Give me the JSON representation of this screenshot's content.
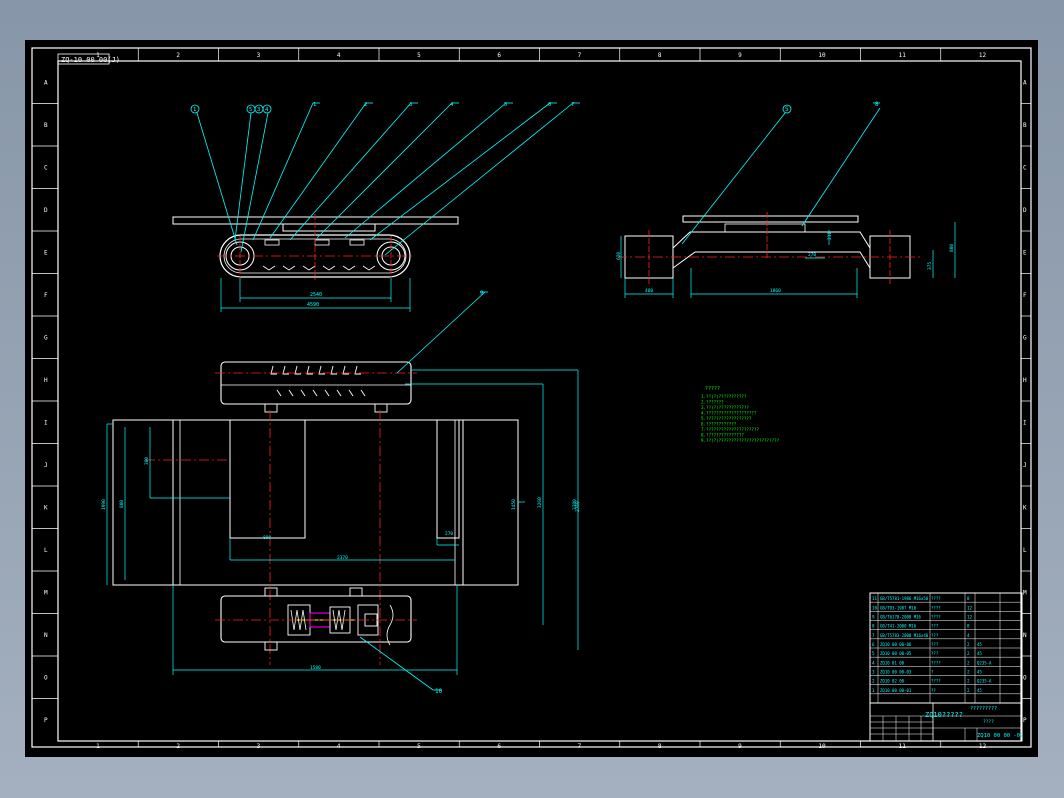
{
  "drawing": {
    "stamp": "ZQ-10 00 00(J)",
    "column_labels": [
      "1",
      "2",
      "3",
      "4",
      "5",
      "6",
      "7",
      "8",
      "9",
      "10",
      "11",
      "12"
    ],
    "row_labels": [
      "A",
      "B",
      "C",
      "D",
      "E",
      "F",
      "G",
      "H",
      "I",
      "J",
      "K",
      "L",
      "M",
      "N",
      "O",
      "P"
    ],
    "front_view": {
      "balloons": [
        "1",
        "5",
        "3",
        "4",
        "1",
        "2",
        "3",
        "4",
        "5",
        "6",
        "7"
      ],
      "dims": [
        "2540",
        "4590"
      ]
    },
    "side_view": {
      "balloons": [
        "5",
        "8"
      ],
      "dims": [
        "620",
        "800",
        "480",
        "1860",
        "270",
        "211",
        "375"
      ]
    },
    "plan_view": {
      "balloon": "9",
      "dims": [
        "1990",
        "800",
        "380",
        "2760",
        "880",
        "2370",
        "1450",
        "3260",
        "3380",
        "270"
      ]
    },
    "section_view": {
      "balloon": "10",
      "dims": [
        "1580"
      ]
    },
    "tech_notes": {
      "title": "?????",
      "lines": [
        "1.??(?)???????????",
        "2.???????",
        "3.??(?)????????????",
        "4.????????????????????",
        "5.??????????????????",
        "6.????????????",
        "7.?????????????????????",
        "8.???????????????",
        "9.??(?)????????????????????????"
      ]
    },
    "parts_list": [
      {
        "no": "11",
        "code": "GB/T5781-1986 M16x50",
        "name": "????",
        "qty": "8"
      },
      {
        "no": "10",
        "code": "GB/T93-1987 M16",
        "name": "????",
        "qty": "12"
      },
      {
        "no": "9",
        "code": "GB/T6170-2000 M16",
        "name": "????",
        "qty": "12"
      },
      {
        "no": "8",
        "code": "GB/T41-2000 M16",
        "name": "???",
        "qty": "8"
      },
      {
        "no": "7",
        "code": "GB/T5783-2000 M16x40",
        "name": "???",
        "qty": "4"
      },
      {
        "no": "6",
        "code": "ZQ10 00 00-06",
        "name": "???",
        "qty": "2",
        "mat": "45"
      },
      {
        "no": "5",
        "code": "ZQ10 00 00-05",
        "name": "???",
        "qty": "2",
        "mat": "45"
      },
      {
        "no": "4",
        "code": "ZQ10 01 00",
        "name": "????",
        "qty": "2",
        "mat": "Q235-A"
      },
      {
        "no": "3",
        "code": "ZQ10 00 00-03",
        "name": "?",
        "qty": "2",
        "mat": "45"
      },
      {
        "no": "2",
        "code": "ZQ10 02 00",
        "name": "????",
        "qty": "2",
        "mat": "Q235-A"
      },
      {
        "no": "1",
        "code": "ZQ10 00 00-01",
        "name": "??",
        "qty": "2",
        "mat": "45"
      }
    ],
    "title_block": {
      "unit": "?????????",
      "name": "ZQ10?????",
      "sub": "????",
      "number": "ZQ10 00 00 -02"
    }
  },
  "colors": {
    "background": "#000000",
    "frame": "#ffffff",
    "cyan": "#00ffff",
    "red": "#ff2020",
    "green": "#00ff00",
    "yellow": "#ffff00",
    "magenta": "#ff00ff"
  }
}
